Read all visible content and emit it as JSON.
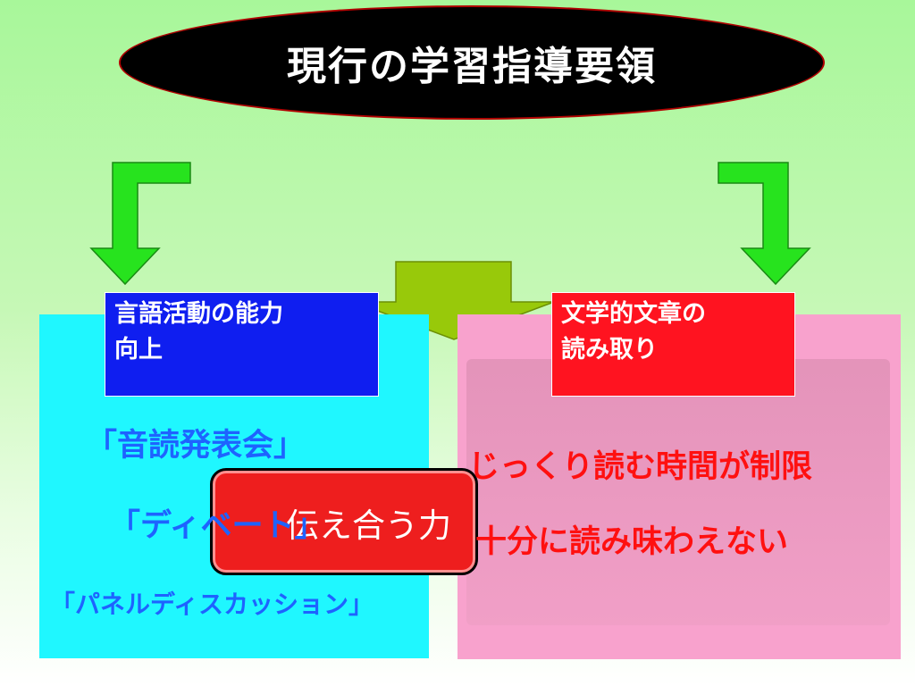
{
  "title": "現行の学習指導要領",
  "left_label": {
    "line1": "言語活動の能力",
    "line2": "向上"
  },
  "right_label": {
    "line1": "文学的文章の",
    "line2": "読み取り"
  },
  "activities": [
    "「音読発表会」",
    "「ディベート」",
    "「パネルディスカッション」"
  ],
  "center_pill": "伝え合う力",
  "issues": [
    "じっくり読む時間が制限",
    "十分に読み味わえない"
  ],
  "colors": {
    "arrow_green": "#27e31e",
    "center_arrow": "#98c90a",
    "left_panel": "#1ff7ff",
    "right_panel": "#f8a2cd",
    "left_label_bg": "#0f1ef0",
    "right_label_bg": "#ff1320"
  }
}
